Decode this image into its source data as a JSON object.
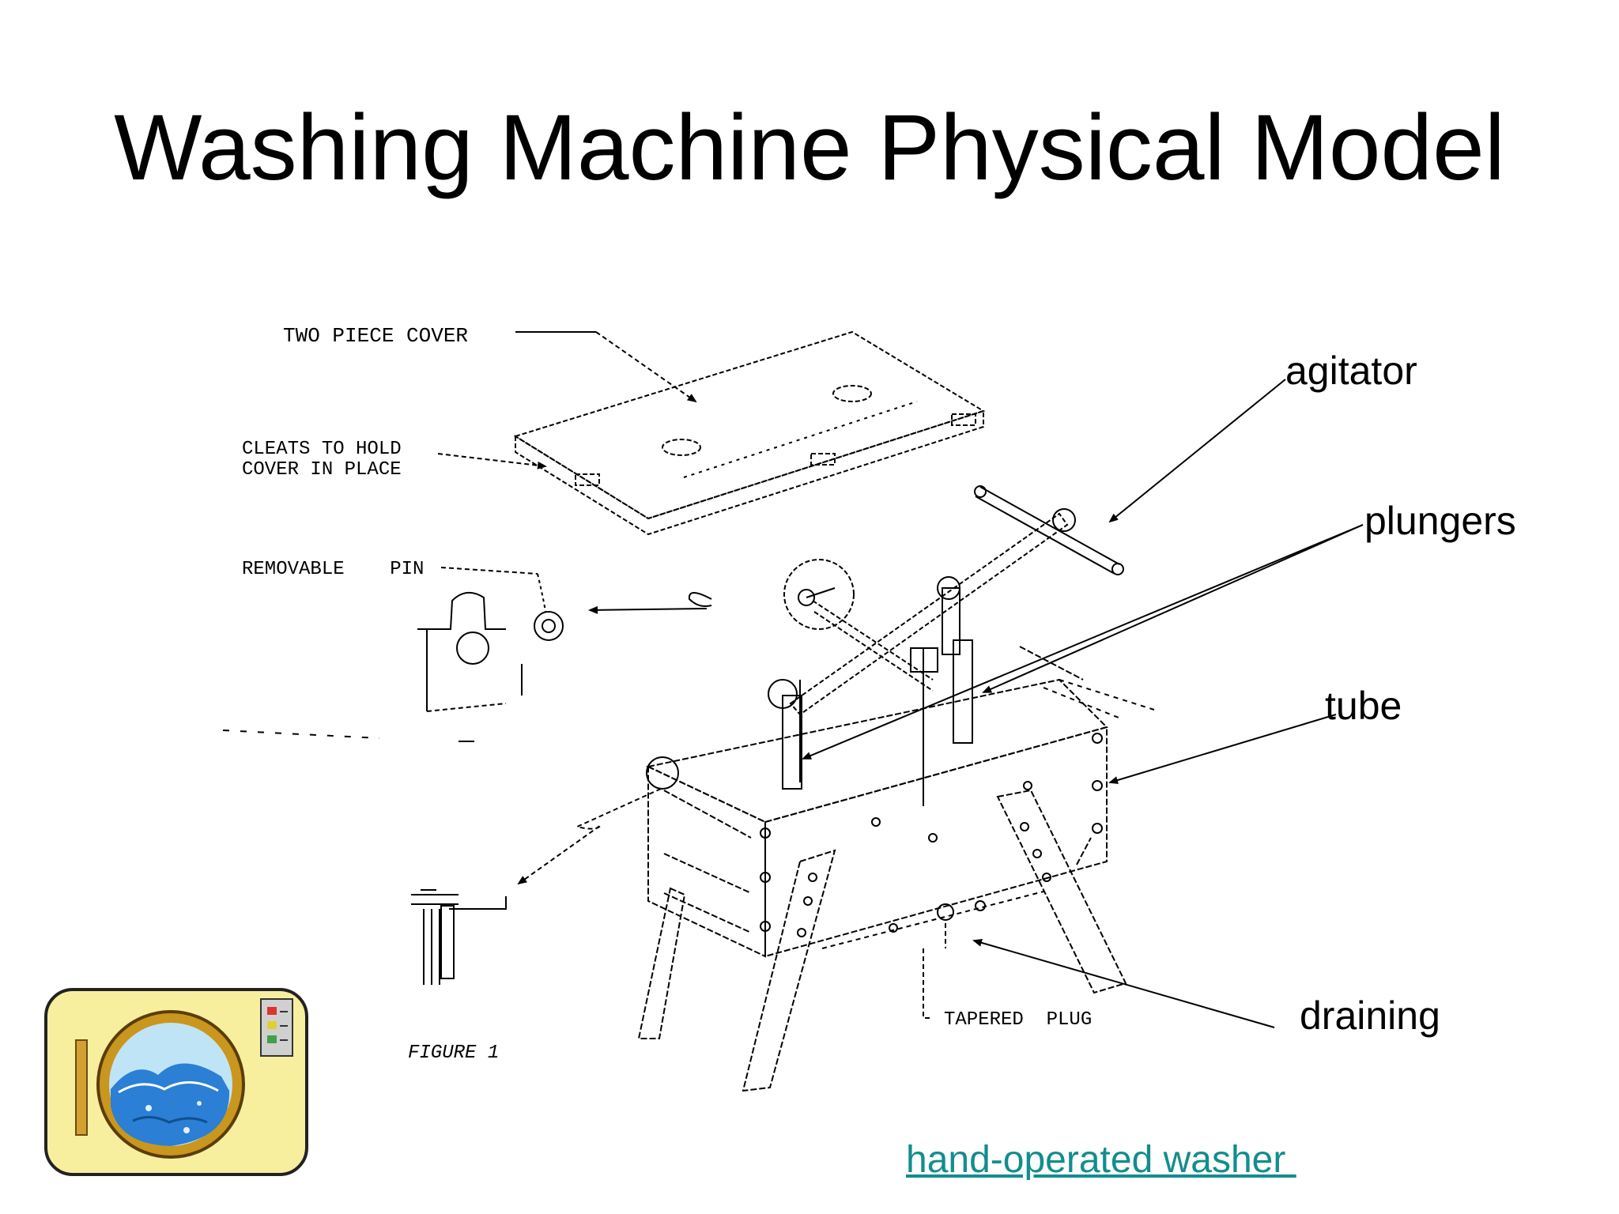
{
  "slide": {
    "title": "Washing Machine Physical Model",
    "link_text": "hand-operated washer ",
    "link_color": "#138d8d"
  },
  "drawing_labels": {
    "cover": "TWO PIECE COVER",
    "cleats_line1": "CLEATS TO HOLD",
    "cleats_line2": "COVER IN PLACE",
    "pin": "REMOVABLE    PIN",
    "plug": "TAPERED  PLUG",
    "figure": "FIGURE 1"
  },
  "callouts": {
    "agitator": "agitator",
    "plungers": "plungers",
    "tube": "tube",
    "draining": "draining"
  },
  "clipart": {
    "icon": "washing-machine-icon",
    "frame_color": "#f7ef9e",
    "water_color": "#2b7fd4",
    "door_ring_color": "#c9961e"
  }
}
